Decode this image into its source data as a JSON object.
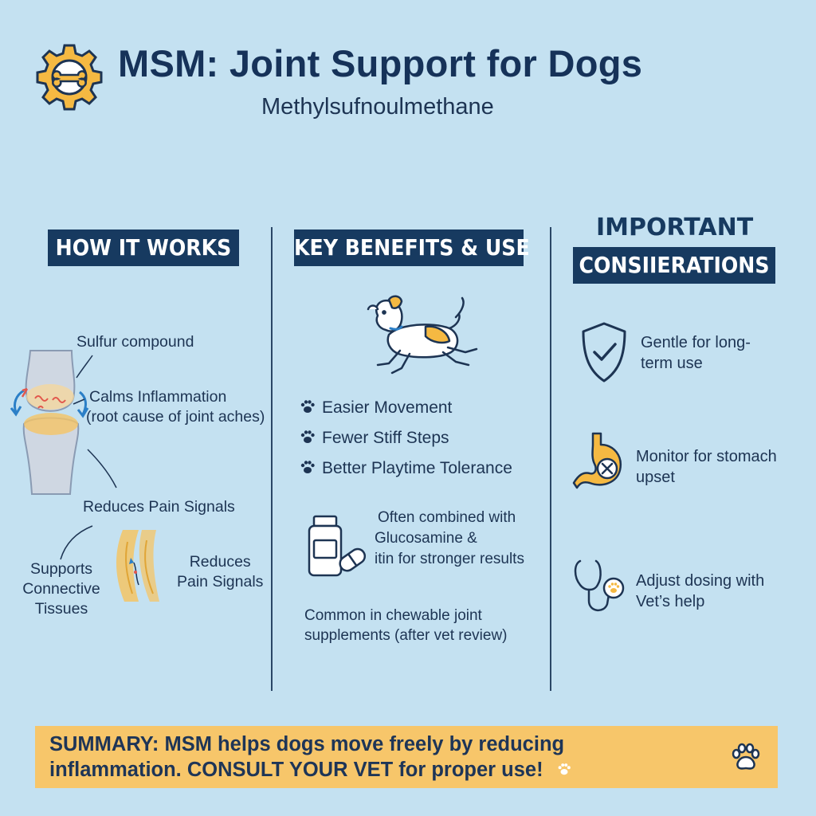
{
  "header": {
    "title": "MSM: Joint Support for Dogs",
    "subtitle": "Methylsufnoulmethane"
  },
  "columns": {
    "how_it_works": {
      "heading": "HOW IT WORKS",
      "labels": {
        "sulfur": "Sulfur compound",
        "calms_1": "Calms Inflammation",
        "calms_2": "(root cause of joint aches)",
        "reduces_1": "Reduces Pain Signals",
        "supports_1": "Supports",
        "supports_2": "Connective",
        "supports_3": "Tissues",
        "reduces_2a": "Reduces",
        "reduces_2b": "Pain Signals"
      }
    },
    "key_benefits": {
      "heading": "KEY BENEFITS & USE",
      "benefits": [
        "Easier Movement",
        "Fewer Stiff Steps",
        "Better Playtime Tolerance"
      ],
      "combined_1": "Often combined with",
      "combined_2": "Glucosamine &",
      "combined_3": "itin for stronger results",
      "chewable_1": "Common in chewable joint",
      "chewable_2": "supplements (after vet review)"
    },
    "important": {
      "heading_1": "IMPORTANT",
      "heading_2": "CONSIIERATIONS",
      "items": [
        {
          "icon": "shield-check-icon",
          "line1": "Gentle for long-",
          "line2": "term use"
        },
        {
          "icon": "stomach-icon",
          "line1": "Monitor for stomach",
          "line2": "upset"
        },
        {
          "icon": "stethoscope-icon",
          "line1": "Adjust dosing with",
          "line2": "Vet’s help"
        }
      ]
    }
  },
  "summary": {
    "line1": "SUMMARY: MSM helps dogs move freely by reducing",
    "line2": "inflammation. CONSULT YOUR VET for proper use!"
  },
  "colors": {
    "background": "#c4e1f1",
    "navy": "#173a60",
    "accent_yellow": "#f5c465",
    "summary_bg": "#f7c66a"
  }
}
